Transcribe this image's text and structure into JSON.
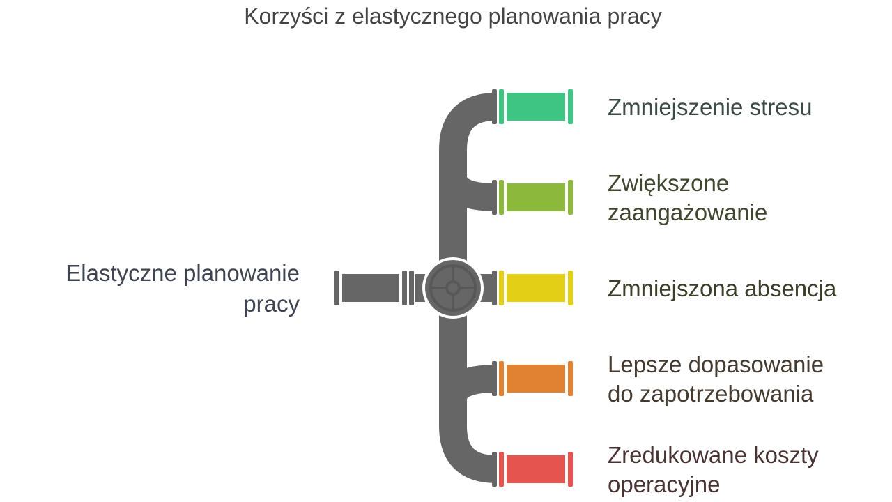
{
  "title": "Korzyści z elastycznego planowania pracy",
  "source": {
    "line1": "Elastyczne planowanie",
    "line2": "pracy"
  },
  "branches": [
    {
      "line1": "Zmniejszenie stresu",
      "line2": "",
      "color": "#3ec483",
      "text_color": "#3c4a44"
    },
    {
      "line1": "Zwiększone",
      "line2": "zaangażowanie",
      "color": "#8cb93c",
      "text_color": "#40472f"
    },
    {
      "line1": "Zmniejszona absencja",
      "line2": "",
      "color": "#e2cf16",
      "text_color": "#3e3d2a"
    },
    {
      "line1": "Lepsze dopasowanie",
      "line2": "do zapotrzebowania",
      "color": "#e08231",
      "text_color": "#453a30"
    },
    {
      "line1": "Zredukowane koszty",
      "line2": "operacyjne",
      "color": "#e6544f",
      "text_color": "#4a3433"
    }
  ],
  "pipe_color": "#666666"
}
